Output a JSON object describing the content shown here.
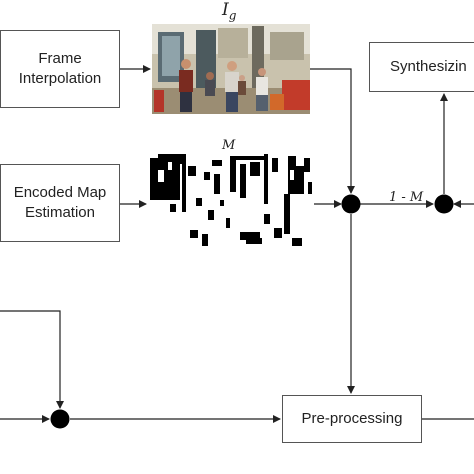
{
  "nodes": {
    "frame_interpolation": [
      "Frame",
      "Interpolation"
    ],
    "encoded_map_estimation": [
      "Encoded Map",
      "Estimation"
    ],
    "synthesizing": "Synthesizin",
    "pre_processing": "Pre-processing"
  },
  "labels": {
    "ig": "I",
    "ig_sub": "g",
    "m": "M",
    "one_minus_m": "1 - M"
  },
  "colors": {
    "line": "#222222",
    "box_border": "#555555",
    "junction": "#000000"
  }
}
